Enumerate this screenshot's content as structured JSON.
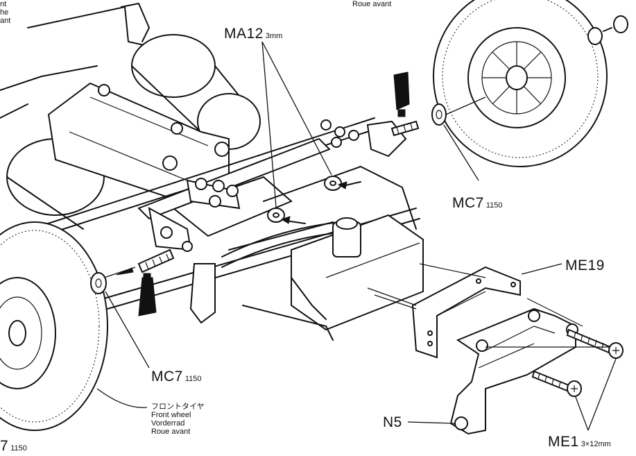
{
  "labels": {
    "ma12": {
      "code": "MA12",
      "size": "3mm"
    },
    "mc7_right": {
      "code": "MC7",
      "qty": "1150"
    },
    "mc7_left": {
      "code": "MC7",
      "qty": "1150"
    },
    "mc7_bottom": {
      "code": "7",
      "qty": "1150"
    },
    "me19": {
      "code": "ME19"
    },
    "n5": {
      "code": "N5"
    },
    "me1": {
      "code": "ME1",
      "size": "3×12mm"
    }
  },
  "front_wheel_note": {
    "jp": "フロントタイヤ",
    "en": "Front wheel",
    "de": "Vorderrad",
    "fr": "Roue avant"
  },
  "top_right_note": {
    "fr": "Roue avant"
  },
  "top_left_note": {
    "line1": "nt",
    "line2": "he",
    "line3": "ant"
  }
}
